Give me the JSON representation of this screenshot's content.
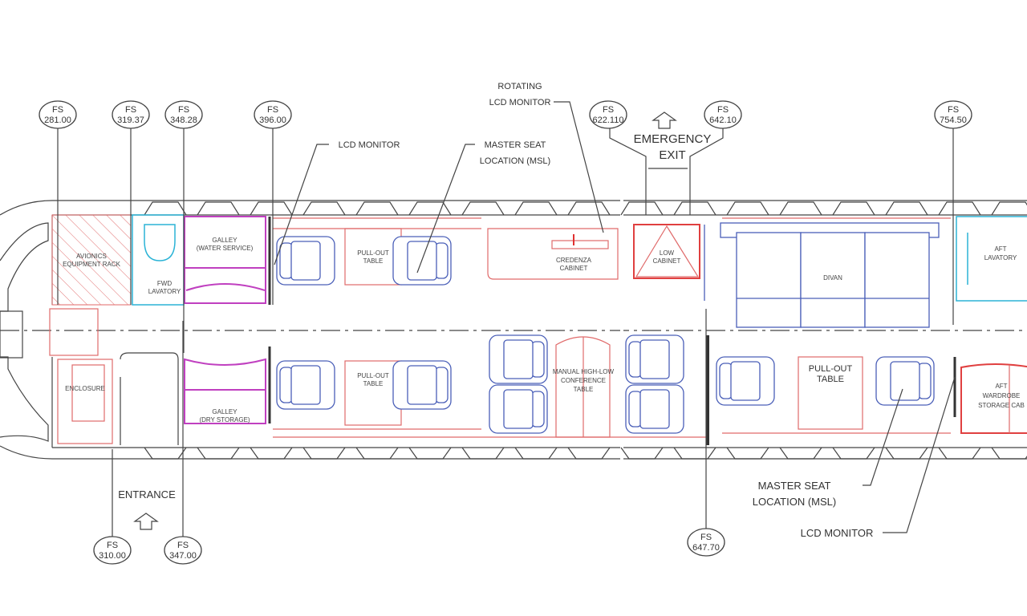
{
  "stations_top": [
    "FS 281.00",
    "FS 319.37",
    "FS 348.28",
    "FS 396.00",
    "FS 622.110",
    "FS 642.10",
    "FS 754.50"
  ],
  "stations_bottom": [
    "FS 310.00",
    "FS 347.00",
    "FS 647.70"
  ],
  "callouts": {
    "rotating_lcd_1": "ROTATING",
    "rotating_lcd_2": "LCD MONITOR",
    "lcd_monitor_fwd": "LCD MONITOR",
    "msl_fwd_1": "MASTER SEAT",
    "msl_fwd_2": "LOCATION (MSL)",
    "emergency_1": "EMERGENCY",
    "emergency_2": "EXIT",
    "entrance": "ENTRANCE",
    "msl_aft_1": "MASTER SEAT",
    "msl_aft_2": "LOCATION (MSL)",
    "lcd_monitor_aft": "LCD MONITOR"
  },
  "rooms": {
    "avionics_1": "AVIONICS",
    "avionics_2": "EQUIPMENT RACK",
    "fwd_lav_1": "FWD",
    "fwd_lav_2": "LAVATORY",
    "galley_water_1": "GALLEY",
    "galley_water_2": "(WATER SERVICE)",
    "galley_dry_1": "GALLEY",
    "galley_dry_2": "(DRY STORAGE)",
    "enclosure": "ENCLOSURE",
    "pullout_1a": "PULL-OUT",
    "pullout_1b": "TABLE",
    "pullout_2a": "PULL-OUT",
    "pullout_2b": "TABLE",
    "pullout_3a": "PULL-OUT",
    "pullout_3b": "TABLE",
    "credenza_1": "CREDENZA",
    "credenza_2": "CABINET",
    "low_cab_1": "LOW",
    "low_cab_2": "CABINET",
    "conf_1": "MANUAL HIGH-LOW",
    "conf_2": "CONFERENCE",
    "conf_3": "TABLE",
    "divan": "DIVAN",
    "aft_lav_1": "AFT",
    "aft_lav_2": "LAVATORY",
    "aft_ward_1": "AFT",
    "aft_ward_2": "WARDROBE",
    "aft_ward_3": "STORAGE CAB"
  },
  "colors": {
    "structure": "#444444",
    "furniture_red": "#e06a6a",
    "seat_blue": "#4a5fb8",
    "lavatory_cyan": "#2bb3d6",
    "galley_magenta": "#c040c0"
  }
}
